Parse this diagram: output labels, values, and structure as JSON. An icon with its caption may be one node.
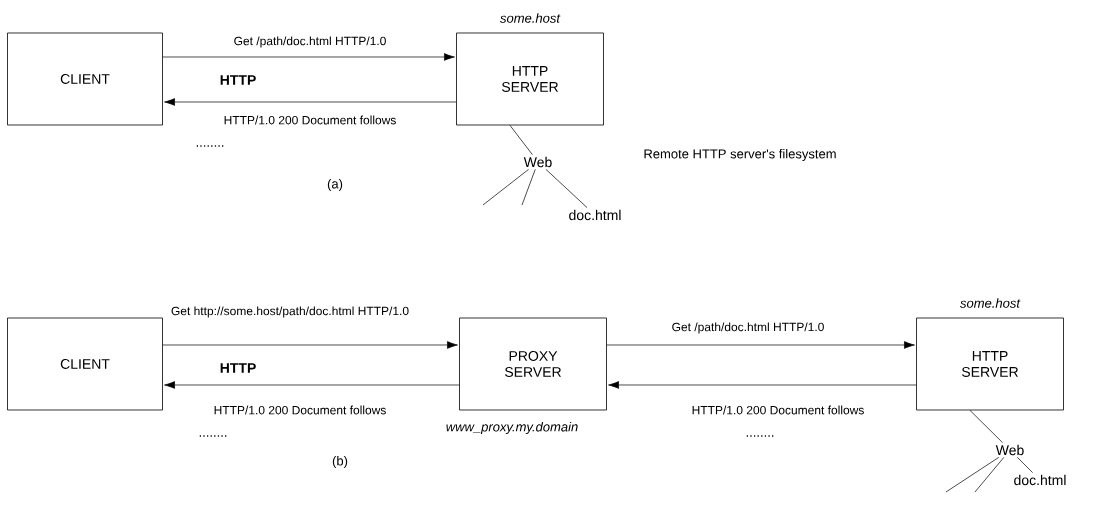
{
  "diagram": {
    "nodes": [
      {
        "text": [
          "CLIENT"
        ]
      },
      {
        "text": [
          "HTTP SERVER"
        ],
        "beside": [
          "some.host"
        ]
      },
      {
        "text": [
          "Web"
        ]
      },
      {
        "text": [
          "doc.html"
        ]
      },
      {
        "text": [
          "CLIENT"
        ]
      },
      {
        "text": [
          "PROXY SERVER"
        ],
        "beside": [
          "www_proxy.my.domain"
        ]
      },
      {
        "text": [
          "HTTP SERVER"
        ],
        "beside": [
          "some.host"
        ]
      },
      {
        "text": [
          "Web"
        ]
      },
      {
        "text": [
          "doc.html"
        ]
      }
    ],
    "edges": [
      {
        "from": 0,
        "to": 1,
        "arrow": "to",
        "label": "Get /path/doc.html HTTP/1.0"
      },
      {
        "from": 1,
        "to": 0,
        "arrow": "to",
        "label": "HTTP/1.0 200 Document follows"
      },
      {
        "from": 1,
        "to": 2,
        "arrow": "none"
      },
      {
        "from": 2,
        "to": null,
        "arrow": "none"
      },
      {
        "from": 2,
        "to": null,
        "arrow": "none"
      },
      {
        "from": 2,
        "to": 3,
        "arrow": "none"
      },
      {
        "from": 4,
        "to": 5,
        "arrow": "to",
        "label": "Get http://some.host/path/doc.html HTTP/1.0"
      },
      {
        "from": 5,
        "to": 4,
        "arrow": "to",
        "label": "HTTP/1.0 200 Document follows"
      },
      {
        "from": 5,
        "to": 6,
        "arrow": "to",
        "label": "Get /path/doc.html HTTP/1.0"
      },
      {
        "from": 6,
        "to": 5,
        "arrow": "to",
        "label": "HTTP/1.0 200 Document follows"
      },
      {
        "from": 6,
        "to": 7,
        "arrow": "none"
      },
      {
        "from": 7,
        "to": null,
        "arrow": "none"
      },
      {
        "from": 7,
        "to": null,
        "arrow": "none"
      },
      {
        "from": 7,
        "to": 8,
        "arrow": "none"
      }
    ],
    "labels": [
      "HTTP",
      "........",
      "(a)",
      "Remote HTTP server's filesystem",
      "HTTP",
      "........",
      "........",
      "(b)"
    ]
  }
}
